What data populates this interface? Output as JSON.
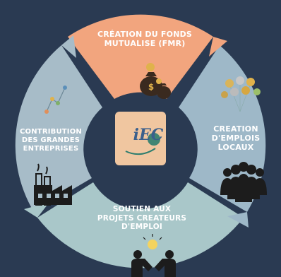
{
  "diagram": {
    "segments": {
      "top": {
        "lines": [
          "CRÉATION DU FONDS",
          "MUTUALISE (FMR)"
        ],
        "color": "#f2a57e"
      },
      "right": {
        "lines": [
          "CREATION",
          "D'EMPLOIS",
          "LOCAUX"
        ],
        "color": "#9eb8c8"
      },
      "bottom": {
        "lines": [
          "SOUTIEN AUX",
          "PROJETS CREATEURS",
          "D'EMPLOI"
        ],
        "color": "#a9c7c9"
      },
      "left": {
        "lines": [
          "CONTRIBUTION",
          "DES GRANDES",
          "ENTREPRISES"
        ],
        "color": "#a7bcc8"
      }
    },
    "center": {
      "logo_text": "iEC",
      "color": "#f0c6a0"
    },
    "icons": {
      "top": "money-bags-icon",
      "right": "people-group-icon",
      "bottom": "handshake-icon",
      "left": "factory-icon",
      "right_top": "balloons-icon",
      "left_top": "chart-sketch-icon"
    },
    "colors": {
      "background": "#2a3a52",
      "icon_dark": "#1c1c1c"
    }
  }
}
